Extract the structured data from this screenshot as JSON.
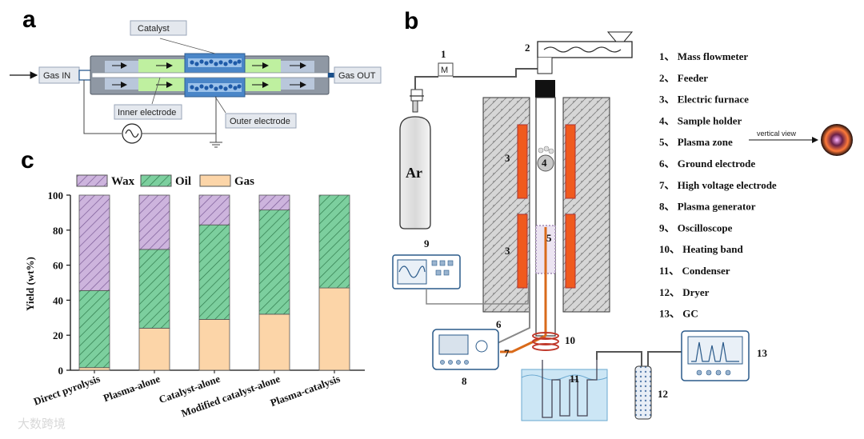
{
  "panel_letters": {
    "a": "a",
    "b": "b",
    "c": "c"
  },
  "panel_a": {
    "catalyst_label": "Catalyst",
    "gas_in_label": "Gas IN",
    "gas_out_label": "Gas OUT",
    "inner_electrode_label": "Inner electrode",
    "outer_electrode_label": "Outer electrode"
  },
  "panel_b": {
    "legend_items": [
      "1、 Mass flowmeter",
      "2、 Feeder",
      "3、 Electric furnace",
      "4、 Sample holder",
      "5、 Plasma zone",
      "6、 Ground  electrode",
      "7、 High voltage electrode",
      "8、 Plasma generator",
      "9、 Oscilloscope",
      "10、 Heating band",
      "11、 Condenser",
      "12、 Dryer",
      "13、 GC"
    ],
    "vertical_view_label": "vertical view",
    "ar_label": "Ar",
    "flowmeter_symbol": "M",
    "part_numbers": [
      "1",
      "2",
      "3",
      "3",
      "4",
      "5",
      "6",
      "7",
      "8",
      "9",
      "10",
      "11",
      "12",
      "13"
    ]
  },
  "chart_data": {
    "type": "bar",
    "stacked": true,
    "categories": [
      "Direct pyrolysis",
      "Plasma-alone",
      "Catalyst-alone",
      "Modified catalyst-alone",
      "Plasma-catalysis"
    ],
    "series": [
      {
        "name": "Gas",
        "values": [
          1.5,
          24,
          29,
          32,
          47
        ],
        "color": "#fcd5a8"
      },
      {
        "name": "Oil",
        "values": [
          44,
          45,
          54,
          59.5,
          53
        ],
        "color": "#7ccf9e"
      },
      {
        "name": "Wax",
        "values": [
          54.5,
          31,
          17,
          8.5,
          0
        ],
        "color": "#cdb4dd"
      }
    ],
    "legend_order": [
      "Wax",
      "Oil",
      "Gas"
    ],
    "ylabel": "Yield (wt%)",
    "xlabel": "",
    "ylim": [
      0,
      100
    ],
    "yticks": [
      "0",
      "20",
      "40",
      "60",
      "80",
      "100"
    ],
    "legend_position": "top"
  },
  "watermark": "大数跨境"
}
